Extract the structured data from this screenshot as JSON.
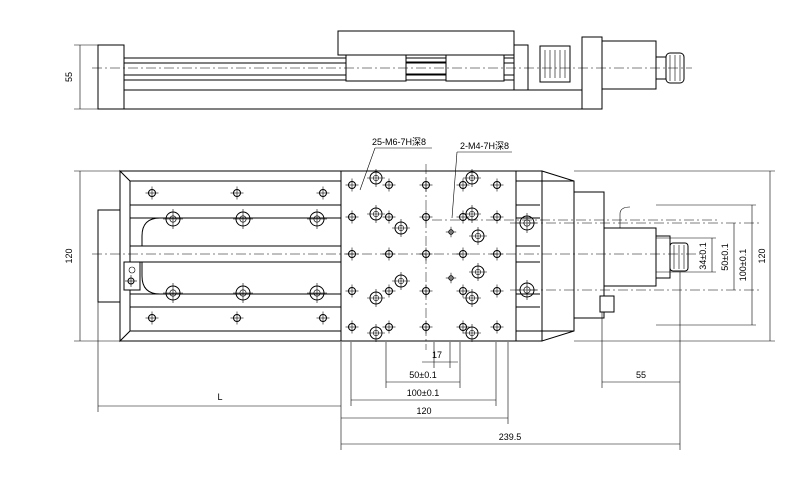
{
  "callouts": {
    "tapped_holes_main": "25-M6-7H深8",
    "tapped_holes_small": "2-M4-7H深8"
  },
  "dimensions": {
    "side_height": "55",
    "left_height": "120",
    "right_height": "120",
    "h34": "34±0.1",
    "h50": "50±0.1",
    "h100": "100±0.1",
    "d17": "17",
    "d50": "50±0.1",
    "d100": "100±0.1",
    "d120": "120",
    "d2395": "239.5",
    "dL": "L",
    "d55": "55"
  },
  "colors": {
    "line": "#000000",
    "background": "#ffffff"
  }
}
